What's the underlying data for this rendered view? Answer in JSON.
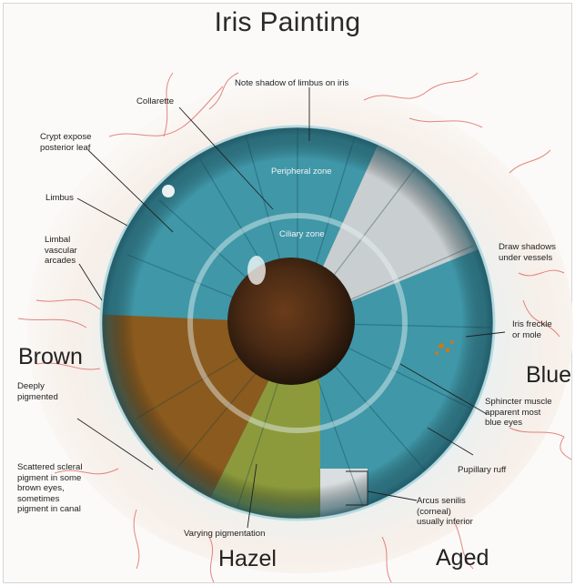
{
  "title": "Iris Painting",
  "sections": {
    "brown": "Brown",
    "blue": "Blue",
    "hazel": "Hazel",
    "aged": "Aged"
  },
  "labels": {
    "note_shadow": "Note shadow of limbus on iris",
    "collarette": "Collarette",
    "crypt": [
      "Crypt expose",
      "posterior leaf"
    ],
    "peripheral_zone": "Peripheral zone",
    "ciliary_zone": "Ciliary zone",
    "limbus": "Limbus",
    "limbal_vascular": [
      "Limbal",
      "vascular",
      "arcades"
    ],
    "draw_shadows": [
      "Draw shadows",
      "under vessels"
    ],
    "iris_freckle": [
      "Iris freckle",
      "or mole"
    ],
    "deeply_pigmented": [
      "Deeply",
      "pigmented"
    ],
    "sphincter": [
      "Sphincter muscle",
      "apparent most",
      "blue eyes"
    ],
    "pupillary_ruff": "Pupillary ruff",
    "scattered": [
      "Scattered scleral",
      "pigment in some",
      "brown eyes,",
      "sometimes",
      "pigment in canal"
    ],
    "arcus": [
      "Arcus senilis",
      "(corneal)",
      "usually inferior"
    ],
    "varying": "Varying pigmentation"
  },
  "colors": {
    "blue_iris": "#3f97a8",
    "brown_iris": "#8a5a1e",
    "hazel_iris": "#8c9a3c",
    "aged_iris": "#c9ced0",
    "pupil": "#4a2a14",
    "vessels": "#d7483f"
  }
}
